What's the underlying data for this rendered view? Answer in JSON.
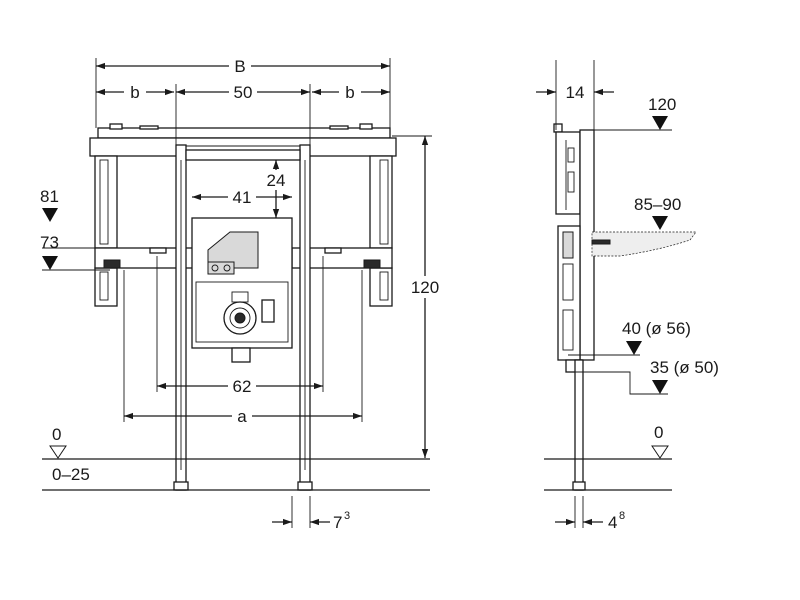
{
  "front_view": {
    "dim_B": "B",
    "dim_b_left": "b",
    "dim_50": "50",
    "dim_b_right": "b",
    "dim_24": "24",
    "dim_41": "41",
    "dim_62": "62",
    "dim_a": "a",
    "dim_120": "120",
    "level_81": "81",
    "level_73": "73",
    "level_0": "0",
    "floor_range": "0–25",
    "foot_offset": "7",
    "foot_offset_sup": "3"
  },
  "side_view": {
    "depth_14": "14",
    "level_120": "120",
    "basin_level": "85–90",
    "outlet_40": "40 (ø 56)",
    "outlet_35": "35 (ø 50)",
    "level_0": "0",
    "foot_offset": "4",
    "foot_offset_sup": "8"
  }
}
